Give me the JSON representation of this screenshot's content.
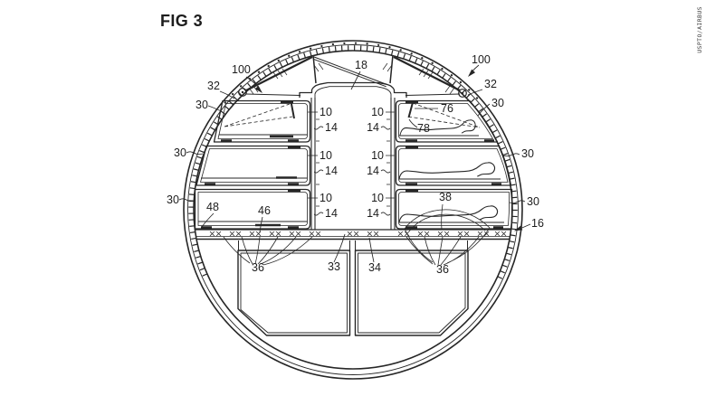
{
  "page": {
    "background": "#ffffff",
    "ink_color": "#262626"
  },
  "figure": {
    "type": "patent-line-drawing",
    "title": "FIG 3",
    "subject": "Aircraft fuselage cross-section with stacked sleeping berths around a central aisle and lower-deck cargo containers",
    "watermark": "USPTO/AIRBUS",
    "reference_numerals": {
      "r100": "100",
      "r32": "32",
      "r30": "30",
      "r18": "18",
      "r10": "10",
      "r14": "14",
      "r76": "76",
      "r78": "78",
      "r48": "48",
      "r46": "46",
      "r38": "38",
      "r36": "36",
      "r33": "33",
      "r34": "34",
      "r16": "16"
    }
  }
}
